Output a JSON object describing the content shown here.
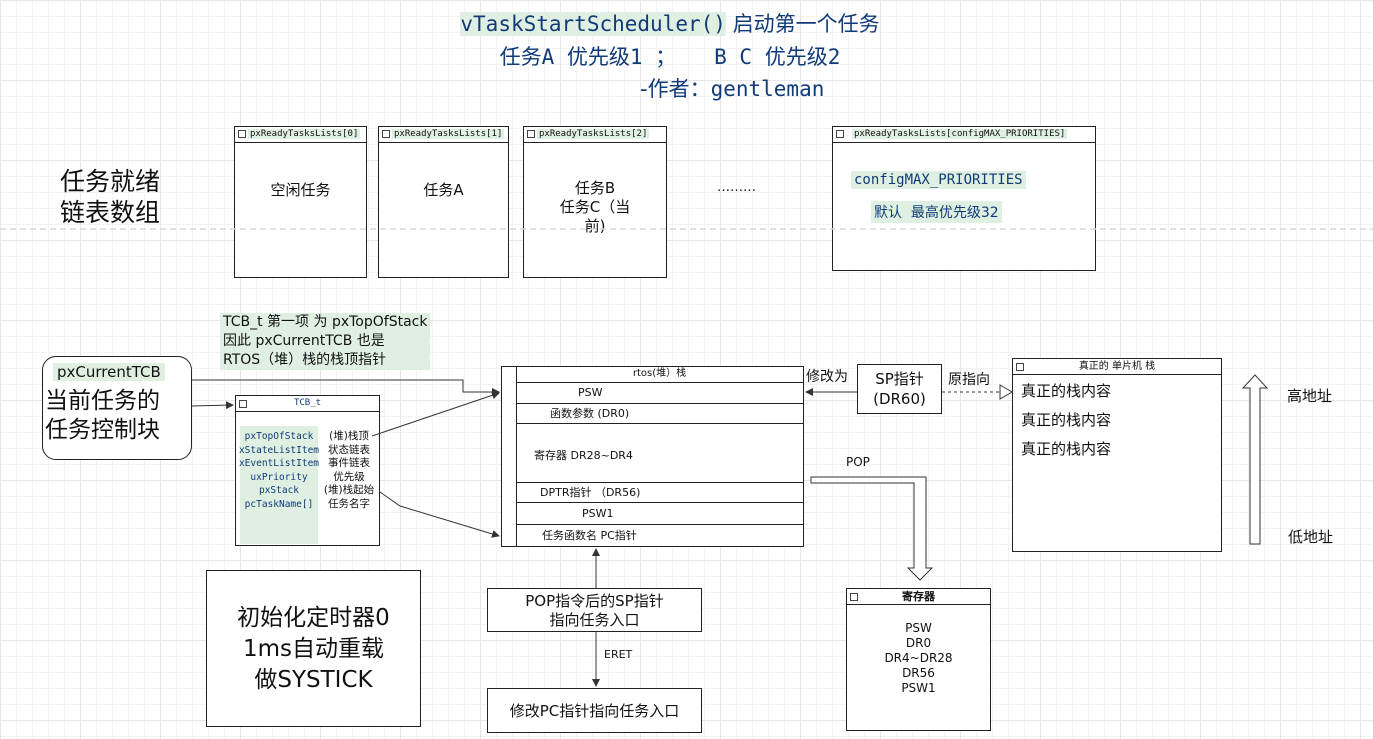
{
  "title": {
    "line1_code": "vTaskStartScheduler()",
    "line1_text": "启动第一个任务",
    "line2": "任务A 优先级1 ；   B C 优先级2",
    "line3_prefix": "-作者：",
    "line3_code": "gentleman"
  },
  "ready_lists": {
    "label_line1": "任务就绪",
    "label_line2": "链表数组",
    "lists": [
      {
        "header": "pxReadyTasksLists[0]",
        "content": "空闲任务"
      },
      {
        "header": "pxReadyTasksLists[1]",
        "content": "任务A"
      },
      {
        "header": "pxReadyTasksLists[2]",
        "content_line1": "任务B",
        "content_line2": "任务C（当",
        "content_line3": "前)"
      },
      {
        "header": "pxReadyTasksLists[configMAX_PRIORITIES]",
        "content_line1": "configMAX_PRIORITIES",
        "content_line2": "默认  最高优先级32"
      }
    ],
    "ellipsis": "………"
  },
  "tcb_note": {
    "line1": "TCB_t 第一项 为 pxTopOfStack",
    "line2": "因此 pxCurrentTCB 也是",
    "line3": "RTOS（堆）栈的栈顶指针"
  },
  "current_tcb": {
    "label": "pxCurrentTCB",
    "desc_line1": "当前任务的",
    "desc_line2": "任务控制块"
  },
  "tcb_struct": {
    "header": "TCB_t",
    "fields": [
      {
        "name": "pxTopOfStack",
        "desc": "(堆)栈顶"
      },
      {
        "name": "xStateListItem",
        "desc": "状态链表"
      },
      {
        "name": "xEventListItem",
        "desc": "事件链表"
      },
      {
        "name": "uxPriority",
        "desc": "优先级"
      },
      {
        "name": "pxStack",
        "desc": "(堆)栈起始"
      },
      {
        "name": "pcTaskName[]",
        "desc": "任务名字"
      }
    ]
  },
  "rtos_stack": {
    "header": "rtos(堆）栈",
    "rows": [
      "PSW",
      "函数参数 (DR0)",
      "寄存器 DR28~DR4",
      "DPTR指针 （DR56)",
      "PSW1",
      "任务函数名  PC指针"
    ]
  },
  "sp_pointer": {
    "modify_label": "修改为",
    "line1": "SP指针",
    "line2": "(DR60)",
    "orig_label": "原指向"
  },
  "mcu_stack": {
    "header": "真正的 单片机 栈",
    "rows": [
      "真正的栈内容",
      "真正的栈内容",
      "真正的栈内容"
    ]
  },
  "address": {
    "high": "高地址",
    "low": "低地址"
  },
  "pop_label": "POP",
  "registers": {
    "header": "寄存器",
    "items": [
      "PSW",
      "DR0",
      "DR4~DR28",
      "DR56",
      "PSW1"
    ]
  },
  "timer": {
    "line1": "初始化定时器0",
    "line2": "1ms自动重载",
    "line3": "做SYSTICK"
  },
  "pop_sp": {
    "line1": "POP指令后的SP指针",
    "line2": "指向任务入口"
  },
  "eret_label": "ERET",
  "modify_pc": "修改PC指针指向任务入口"
}
